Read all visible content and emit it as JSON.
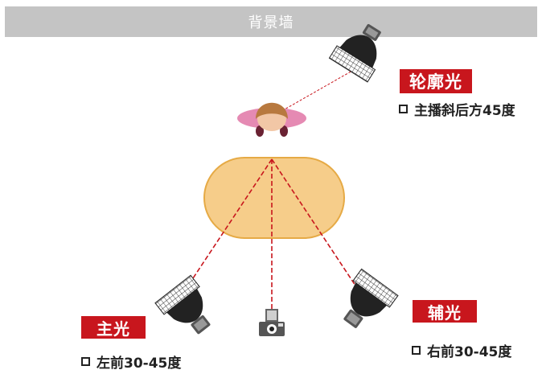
{
  "background_wall": {
    "label": "背景墙"
  },
  "lights": [
    {
      "tag": "轮廓光",
      "description": "主播斜后方45度"
    },
    {
      "tag": "主光",
      "description": "左前30-45度"
    },
    {
      "tag": "辅光",
      "description": "右前30-45度"
    }
  ],
  "colors": {
    "wall": "#c4c4c4",
    "tag_red": "#c8161d",
    "beam_red": "#c8161d",
    "table_fill": "#f6cd8a",
    "table_stroke": "#e6aa45",
    "hair": "#b8793f",
    "face": "#f2c7a6",
    "body_pink": "#e58ab3",
    "lamp_black": "#222222"
  },
  "icons": [
    "softbox-icon",
    "camera-icon",
    "person-icon",
    "checkbox-icon"
  ]
}
